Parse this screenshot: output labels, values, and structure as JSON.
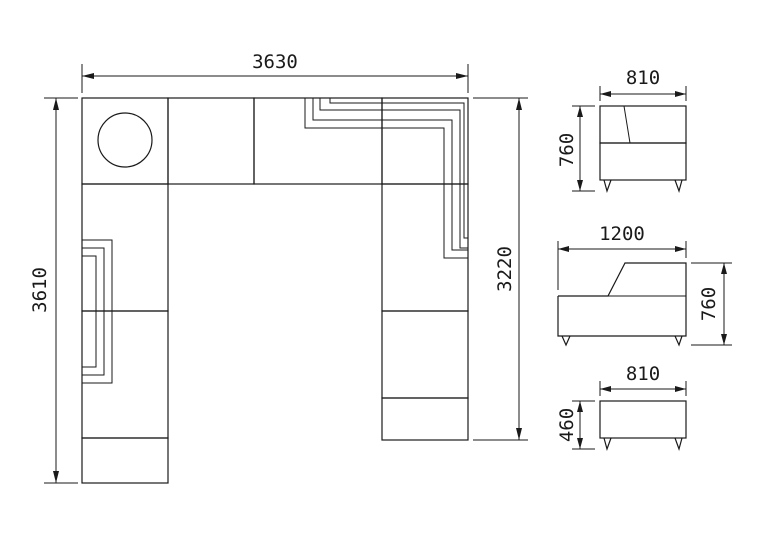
{
  "plan": {
    "overall_width": "3630",
    "overall_depth_left": "3610",
    "overall_depth_right": "3220"
  },
  "modules": {
    "corner": {
      "width": "810",
      "height": "760"
    },
    "armless": {
      "width": "1200",
      "height": "760"
    },
    "ottoman": {
      "width": "810",
      "height": "460"
    }
  }
}
